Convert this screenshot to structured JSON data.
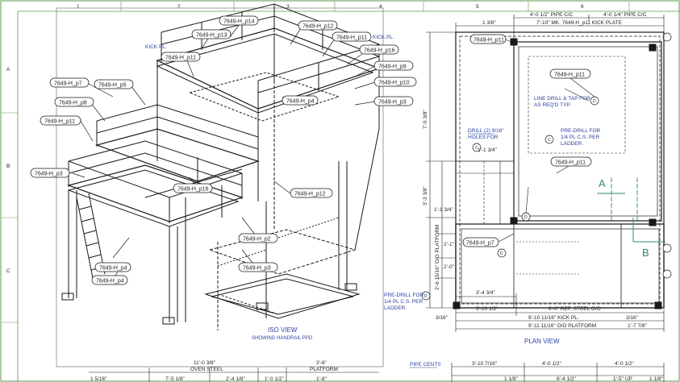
{
  "callouts": [
    "7649-H_p14",
    "7649-H_p12",
    "7649-H_p13",
    "7649-H_p11",
    "7649-H_p11",
    "7649-H_p16",
    "7649-H_p9",
    "7649-H_p10",
    "7649-H_p3",
    "7649-H_p7",
    "7649-H_p5",
    "7649-H_p8",
    "7649-H_p11",
    "7649-H_p3",
    "7649-H_p16",
    "7649-H_p12",
    "7649-H_p2",
    "7649-H_p3",
    "7649-H_p4",
    "7649-H_p4",
    "7649-H_p4",
    "7649-H_p11",
    "7649-H_p11",
    "7649-H_p7"
  ],
  "labels": {
    "kick_pl_left": "KICK PL.",
    "kick_pl_right": "KICK PL.",
    "iso_title": "ISO VIEW",
    "iso_subtitle": "SHOWING HANDRAIL PPD",
    "plan_title": "PLAN VIEW",
    "section_a": "A",
    "section_b": "B",
    "pipe_cents": "PIPE CENTS"
  },
  "notes": {
    "line_drill": "LINE DRILL & TAP FOR",
    "line_drill_2": "AS REQ'D TYP.",
    "drill_holes": "DRILL (2) 9/16\"",
    "drill_holes_2": "HOLES FOR",
    "pre_drill_1": "PRE-DRILL FOR",
    "pre_drill_1b": "1/4 PL C.S. PER",
    "pre_drill_1c": "LADDER.",
    "pre_drill_2": "PRE-DRILL FOR",
    "pre_drill_2b": "1/4 PL C.S. PER",
    "pre_drill_2c": "LADDER."
  },
  "dims": {
    "top_1": "4'-0 1/2\" PIPE C/C",
    "top_2": "4'-0 1/4\" PIPE C/C",
    "top_3": "7'-10\" MK. 7649-H_p11 KICK PLATE",
    "top_4": "1 3/8\"",
    "left_1": "7'-5 3/8\"",
    "left_2": "3'-3 3/8\"",
    "left_3": "2'-6 15/16\" O/O PLATFORM",
    "mid_1": "1'-1 3/4\"",
    "mid_2": "1'-1 3/4\"",
    "mid_3": "2'-1\"",
    "mid_4": "2'-0\"",
    "bot_1": "3'-4 3/4\"",
    "bot_2": "3'-10 1/2\"",
    "bot_3": "6'-0\" REF. STEEL O/O",
    "bot_4": "9'-10 11/16\" KICK PL.",
    "bot_5": "9'-11 11/16\" O/O PLATFORM",
    "bot_6": "3/16\"",
    "bot_7": "3/16\"",
    "bot_8": "1'-7 7/8\"",
    "iso_b1": "11'-0 3/8\"",
    "iso_b2": "OVEN STEEL",
    "iso_b3": "3'-6\"",
    "iso_b4": "PLATFORM",
    "iso_b5": "1 5/16\"",
    "iso_b6": "7'-5 1/8\"",
    "iso_b7": "2'-4 1/8\"",
    "iso_b8": "1'-0 1/2\"",
    "iso_b9": "1'-8\"",
    "low_1": "3'-10 7/16\"",
    "low_2": "4'-0 1/2\"",
    "low_3": "4'-0 1/2\"",
    "low_4": "1 1/8\"",
    "low_5": "8'-4 1/2\"",
    "low_6": "1'-5\" UP",
    "low_7": "1 1/8\""
  },
  "grid": {
    "cols": [
      "1",
      "2",
      "3",
      "4",
      "5",
      "6"
    ],
    "rows": [
      "A",
      "B",
      "C"
    ]
  },
  "colors": {
    "frame": "#5a9a4a",
    "line": "#1a1a1a",
    "note": "#2b3fa0",
    "section": "#2a8a7a"
  }
}
